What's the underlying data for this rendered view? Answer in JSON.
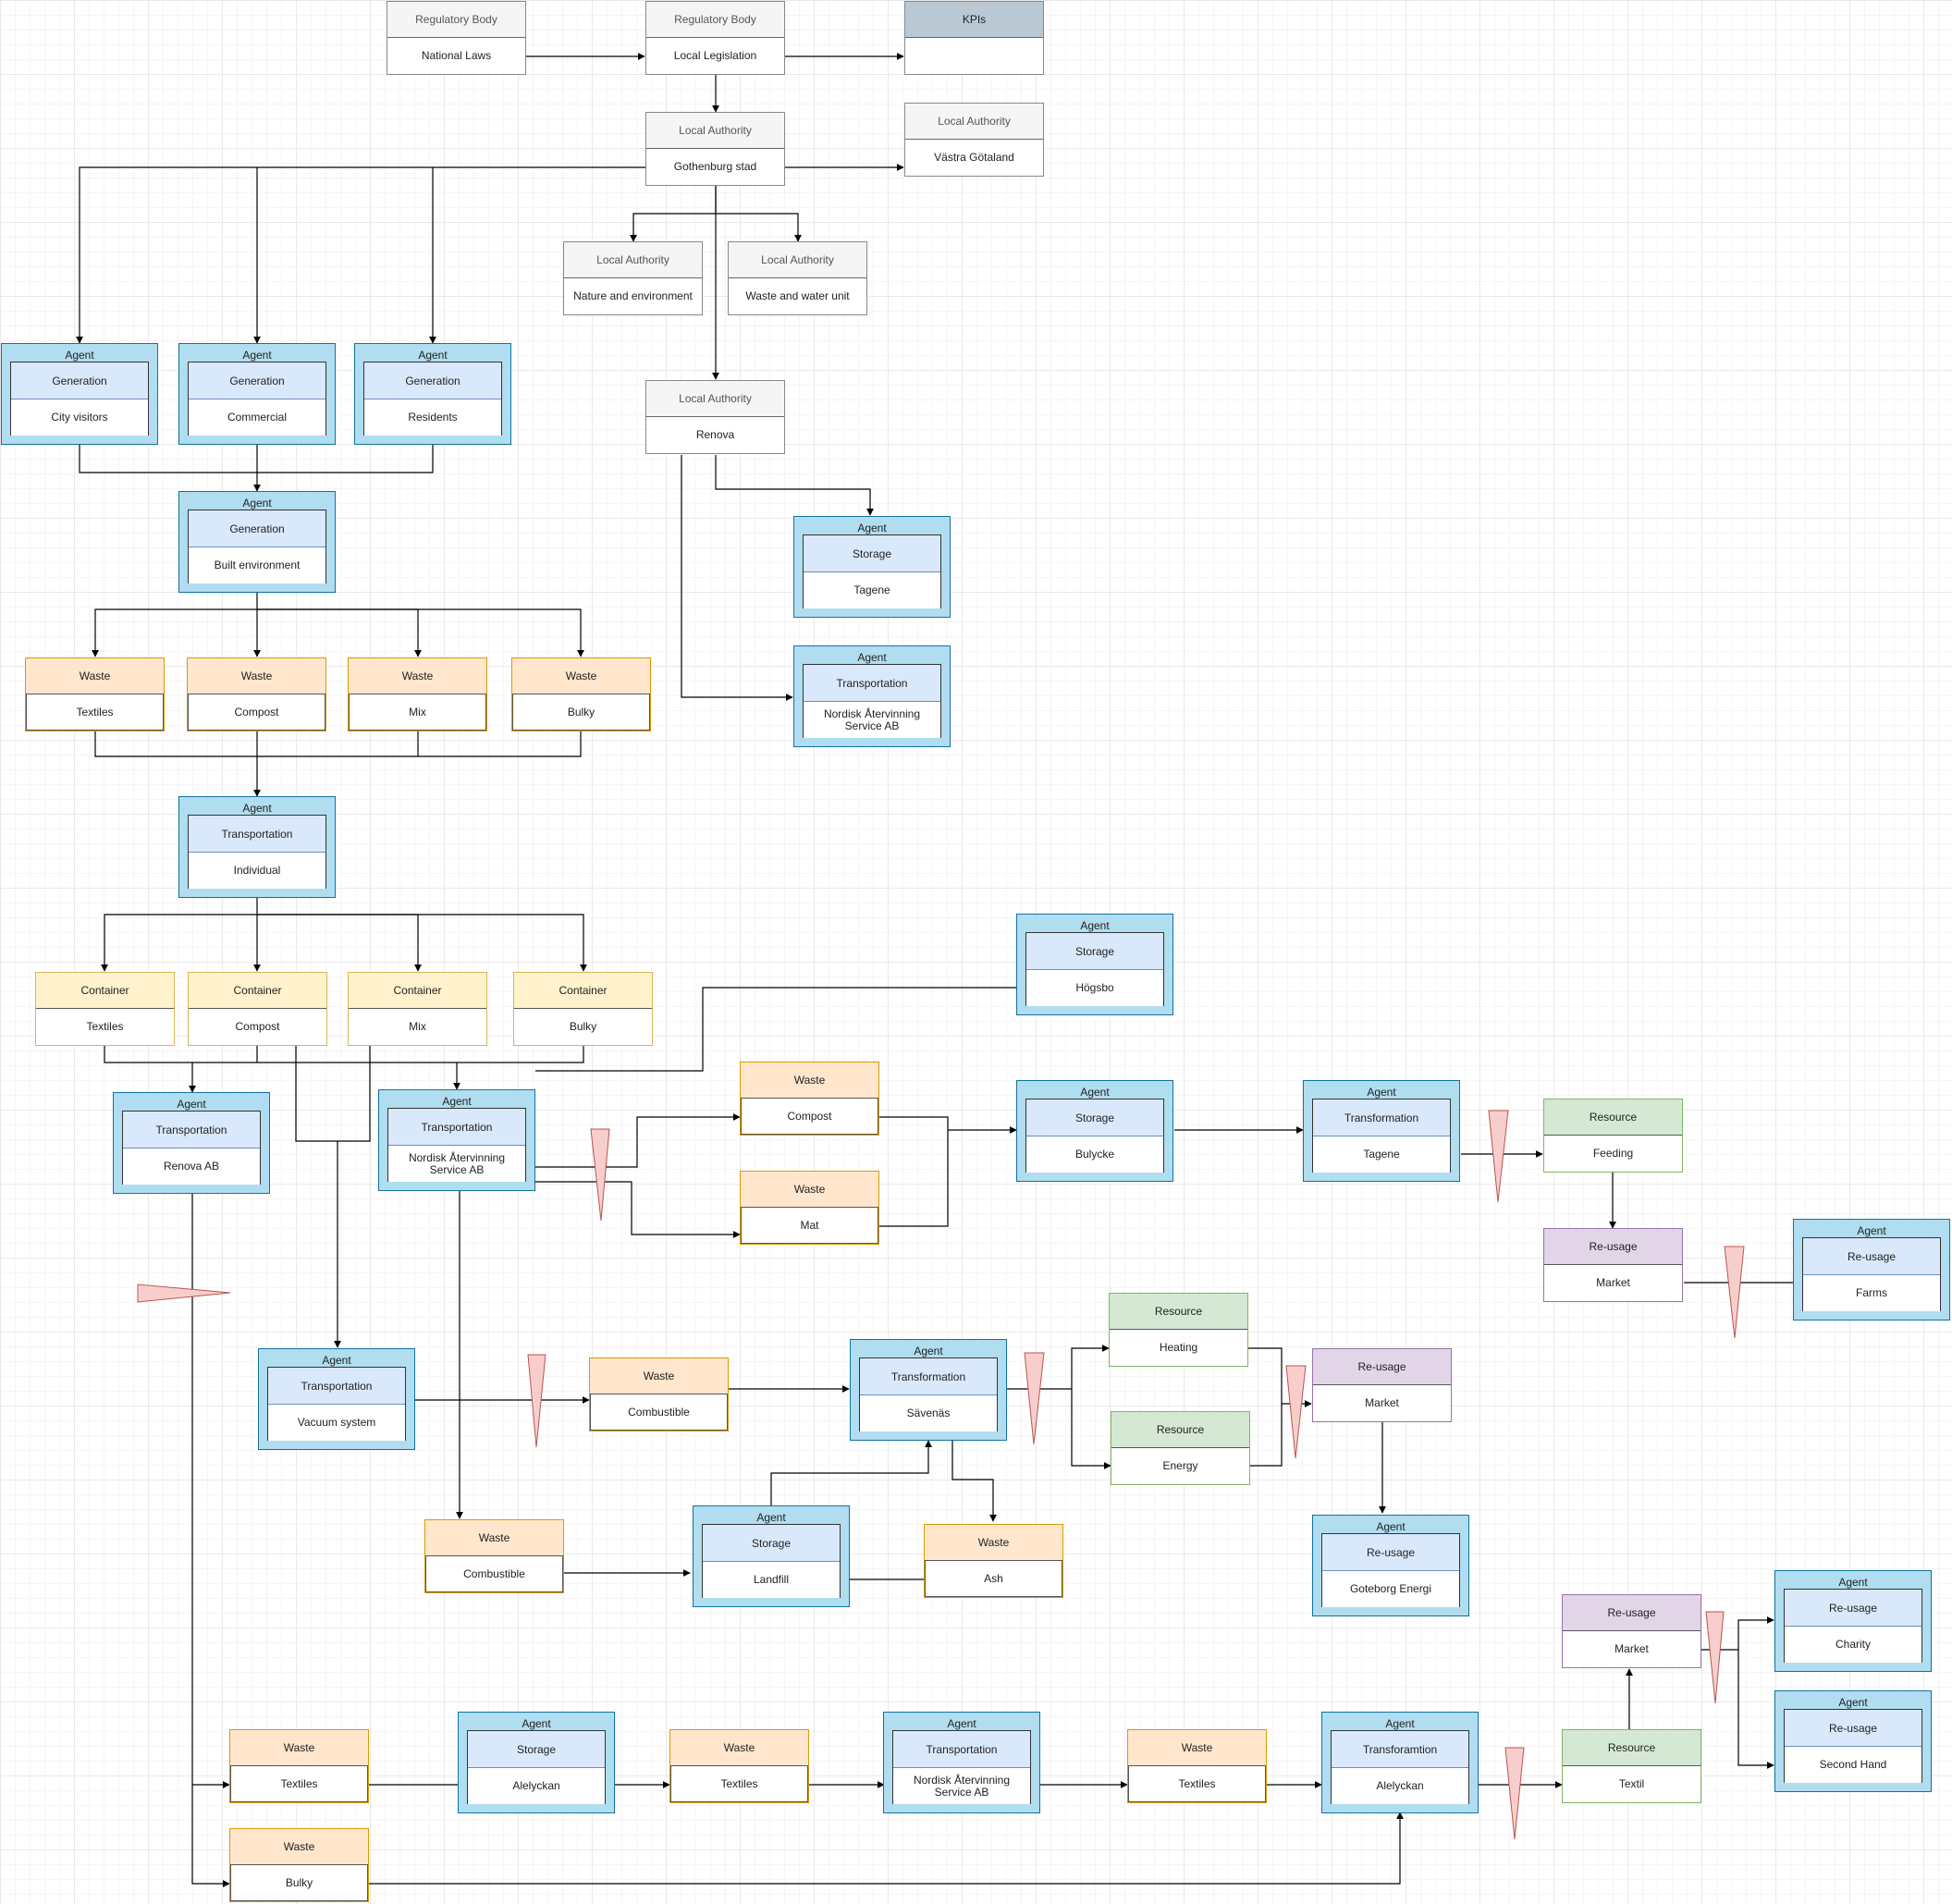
{
  "governance": {
    "national_laws": {
      "head": "Regulatory Body",
      "body": "National Laws"
    },
    "local_legislation": {
      "head": "Regulatory Body",
      "body": "Local Legislation"
    },
    "kpis": {
      "head": "KPIs",
      "body": ""
    },
    "gothenburg_stad": {
      "head": "Local Authority",
      "body": "Gothenburg stad"
    },
    "vastra_gotaland": {
      "head": "Local Authority",
      "body": "Västra Götaland"
    },
    "nature_environment": {
      "head": "Local Authority",
      "body": "Nature and environment"
    },
    "waste_water_unit": {
      "head": "Local Authority",
      "body": "Waste and water unit"
    },
    "renova": {
      "head": "Local Authority",
      "body": "Renova"
    }
  },
  "agents": {
    "city_visitors": {
      "title": "Agent",
      "role": "Generation",
      "name": "City visitors"
    },
    "commercial": {
      "title": "Agent",
      "role": "Generation",
      "name": "Commercial"
    },
    "residents": {
      "title": "Agent",
      "role": "Generation",
      "name": "Residents"
    },
    "built_environment": {
      "title": "Agent",
      "role": "Generation",
      "name": "Built environment"
    },
    "storage_tagene": {
      "title": "Agent",
      "role": "Storage",
      "name": "Tagene"
    },
    "transport_nordisk_top": {
      "title": "Agent",
      "role": "Transportation",
      "name": "Nordisk Återvinning Service AB"
    },
    "transport_individual": {
      "title": "Agent",
      "role": "Transportation",
      "name": "Individual"
    },
    "storage_hogsbo": {
      "title": "Agent",
      "role": "Storage",
      "name": "Högsbo"
    },
    "transport_renova": {
      "title": "Agent",
      "role": "Transportation",
      "name": "Renova AB"
    },
    "transport_nordisk_mid": {
      "title": "Agent",
      "role": "Transportation",
      "name": "Nordisk Återvinning Service AB"
    },
    "storage_bulycke": {
      "title": "Agent",
      "role": "Storage",
      "name": "Bulycke"
    },
    "transform_tagene": {
      "title": "Agent",
      "role": "Transformation",
      "name": "Tagene"
    },
    "reuse_farms": {
      "title": "Agent",
      "role": "Re-usage",
      "name": "Farms"
    },
    "transport_vacuum": {
      "title": "Agent",
      "role": "Transportation",
      "name": "Vacuum system"
    },
    "transform_savenas": {
      "title": "Agent",
      "role": "Transformation",
      "name": "Sävenäs"
    },
    "storage_landfill": {
      "title": "Agent",
      "role": "Storage",
      "name": "Landfill"
    },
    "reuse_goteborg_energi": {
      "title": "Agent",
      "role": "Re-usage",
      "name": "Goteborg Energi"
    },
    "reuse_charity": {
      "title": "Agent",
      "role": "Re-usage",
      "name": "Charity"
    },
    "reuse_second_hand": {
      "title": "Agent",
      "role": "Re-usage",
      "name": "Second Hand"
    },
    "storage_alelyckan": {
      "title": "Agent",
      "role": "Storage",
      "name": "Alelyckan"
    },
    "transport_nordisk_bottom": {
      "title": "Agent",
      "role": "Transportation",
      "name": "Nordisk Återvinning Service AB"
    },
    "transform_alelyckan": {
      "title": "Agent",
      "role": "Transforamtion",
      "name": "Alelyckan"
    }
  },
  "waste": {
    "textiles_top": {
      "head": "Waste",
      "body": "Textiles"
    },
    "compost_top": {
      "head": "Waste",
      "body": "Compost"
    },
    "mix_top": {
      "head": "Waste",
      "body": "Mix"
    },
    "bulky_top": {
      "head": "Waste",
      "body": "Bulky"
    },
    "compost_mid": {
      "head": "Waste",
      "body": "Compost"
    },
    "mat": {
      "head": "Waste",
      "body": "Mat"
    },
    "combustible_1": {
      "head": "Waste",
      "body": "Combustible"
    },
    "combustible_2": {
      "head": "Waste",
      "body": "Combustible"
    },
    "ash": {
      "head": "Waste",
      "body": "Ash"
    },
    "textiles_b1": {
      "head": "Waste",
      "body": "Textiles"
    },
    "textiles_b2": {
      "head": "Waste",
      "body": "Textiles"
    },
    "textiles_b3": {
      "head": "Waste",
      "body": "Textiles"
    },
    "bulky_bottom": {
      "head": "Waste",
      "body": "Bulky"
    }
  },
  "containers": {
    "textiles": {
      "head": "Container",
      "body": "Textiles"
    },
    "compost": {
      "head": "Container",
      "body": "Compost"
    },
    "mix": {
      "head": "Container",
      "body": "Mix"
    },
    "bulky": {
      "head": "Container",
      "body": "Bulky"
    }
  },
  "resources": {
    "feeding": {
      "head": "Resource",
      "body": "Feeding"
    },
    "heating": {
      "head": "Resource",
      "body": "Heating"
    },
    "energy": {
      "head": "Resource",
      "body": "Energy"
    },
    "textil": {
      "head": "Resource",
      "body": "Textil"
    }
  },
  "reusage": {
    "market_1": {
      "head": "Re-usage",
      "body": "Market"
    },
    "market_2": {
      "head": "Re-usage",
      "body": "Market"
    },
    "market_3": {
      "head": "Re-usage",
      "body": "Market"
    }
  },
  "colors": {
    "agent_fill": "#b1ddf0",
    "agent_border": "#10739e",
    "agent_inner_header": "#dae8fc",
    "waste": "#ffe6cc",
    "container": "#fff2cc",
    "resource": "#d5e8d4",
    "reusage": "#e1d5e7",
    "kpi": "#bac8d3",
    "regulatory": "#f5f5f5",
    "loss_marker": "#f8cecc",
    "loss_marker_border": "#b85450"
  }
}
